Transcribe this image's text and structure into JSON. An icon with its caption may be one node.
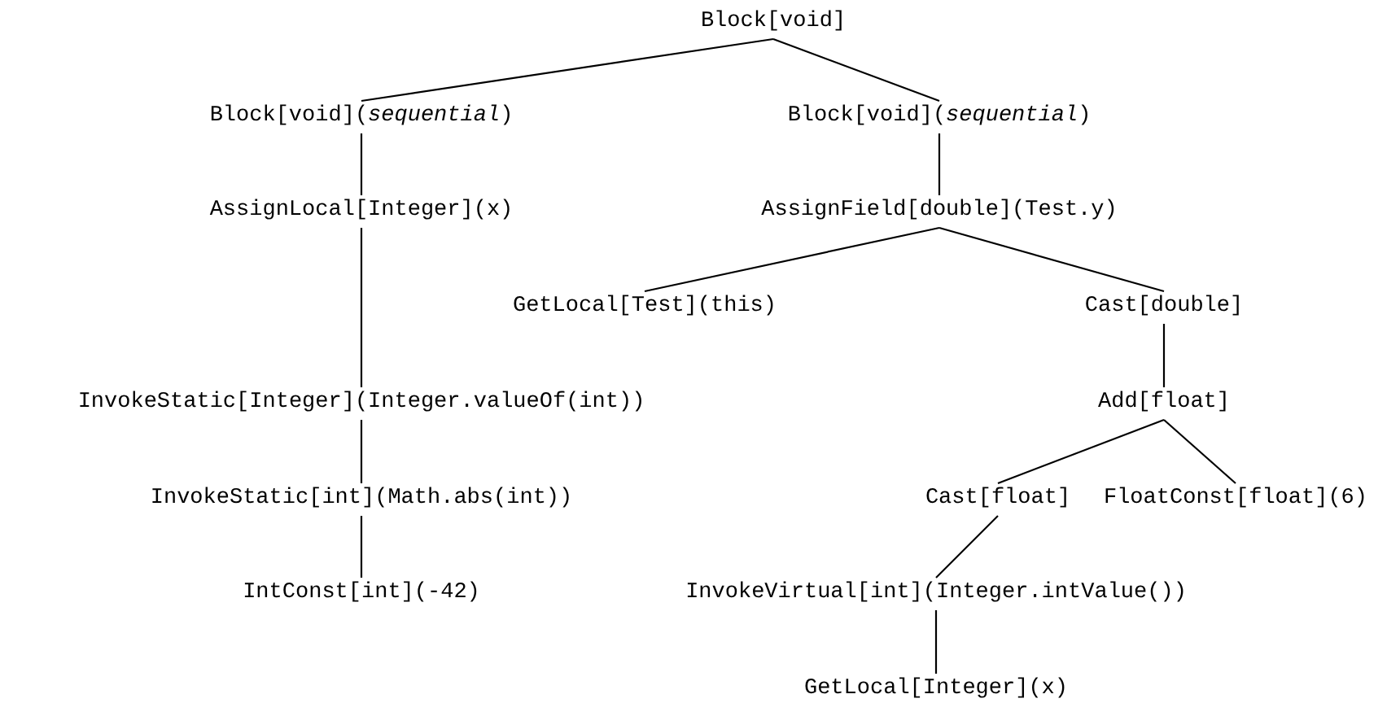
{
  "diagram": {
    "nodes": [
      {
        "text": [
          "Block[void]"
        ]
      },
      {
        "text": [
          "Block[void](*sequential*)"
        ]
      },
      {
        "text": [
          "Block[void](*sequential*)"
        ]
      },
      {
        "text": [
          "AssignLocal[Integer](x)"
        ]
      },
      {
        "text": [
          "AssignField[double](Test.y)"
        ]
      },
      {
        "text": [
          "GetLocal[Test](this)"
        ]
      },
      {
        "text": [
          "Cast[double]"
        ]
      },
      {
        "text": [
          "InvokeStatic[Integer](Integer.valueOf(int))"
        ]
      },
      {
        "text": [
          "Add[float]"
        ]
      },
      {
        "text": [
          "InvokeStatic[int](Math.abs(int))"
        ]
      },
      {
        "text": [
          "Cast[float]"
        ]
      },
      {
        "text": [
          "FloatConst[float](6)"
        ]
      },
      {
        "text": [
          "IntConst[int](-42)"
        ]
      },
      {
        "text": [
          "InvokeVirtual[int](Integer.intValue())"
        ]
      },
      {
        "text": [
          "GetLocal[Integer](x)"
        ]
      }
    ],
    "edges": [
      {
        "from": 0,
        "to": 1,
        "arrow": "none"
      },
      {
        "from": 0,
        "to": 2,
        "arrow": "none"
      },
      {
        "from": 1,
        "to": 3,
        "arrow": "none"
      },
      {
        "from": 2,
        "to": 4,
        "arrow": "none"
      },
      {
        "from": 4,
        "to": 5,
        "arrow": "none"
      },
      {
        "from": 4,
        "to": 6,
        "arrow": "none"
      },
      {
        "from": 3,
        "to": 7,
        "arrow": "none"
      },
      {
        "from": 6,
        "to": 8,
        "arrow": "none"
      },
      {
        "from": 7,
        "to": 9,
        "arrow": "none"
      },
      {
        "from": 8,
        "to": 10,
        "arrow": "none"
      },
      {
        "from": 8,
        "to": 11,
        "arrow": "none"
      },
      {
        "from": 9,
        "to": 12,
        "arrow": "none"
      },
      {
        "from": 10,
        "to": 13,
        "arrow": "none"
      },
      {
        "from": 13,
        "to": 14,
        "arrow": "none"
      }
    ]
  }
}
